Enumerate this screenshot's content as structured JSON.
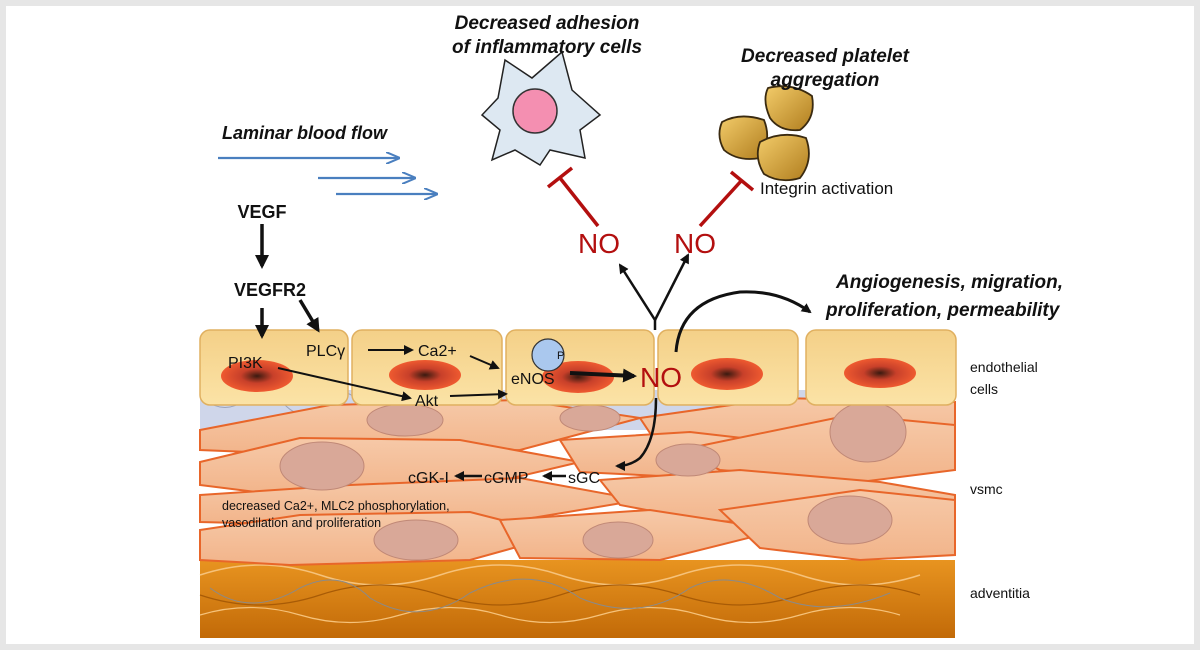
{
  "headings": {
    "decreased_adhesion_line1": "Decreased adhesion",
    "decreased_adhesion_line2": "of inflammatory cells",
    "decreased_platelet_line1": "Decreased platelet",
    "decreased_platelet_line2": "aggregation",
    "laminar_flow": "Laminar blood flow",
    "angiogenesis_line1": "Angiogenesis, migration,",
    "angiogenesis_line2": "proliferation, permeability"
  },
  "pathway": {
    "vegf": "VEGF",
    "vegfr2": "VEGFR2",
    "pi3k": "PI3K",
    "plcg": "PLCγ",
    "ca2": "Ca2+",
    "akt": "Akt",
    "enos": "eNOS",
    "phospho": "P",
    "no_center": "NO",
    "no_left": "NO",
    "no_right": "NO",
    "integrin": "Integrin activation",
    "sgc": "sGC",
    "cgmp": "cGMP",
    "cgki": "cGK-I",
    "effects_line1": "decreased Ca2+,  MLC2 phosphorylation,",
    "effects_line2": "vasodilation and proliferation"
  },
  "layers": {
    "endothelial_line1": "endothelial",
    "endothelial_line2": "cells",
    "vsmc": "vsmc",
    "adventitia": "adventitia"
  },
  "colors": {
    "no_red": "#b30f0f",
    "flow_blue": "#4a7fbf",
    "endothelial_fill": "#f7d58a",
    "nucleus_red": "#e8512a",
    "vsmc_orange": "#f0a070",
    "vsmc_nucleus": "#d9a898",
    "adventitia": "#e0860f",
    "platelet": "#d8a43e",
    "leukocyte_nucleus": "#f48fb1"
  }
}
